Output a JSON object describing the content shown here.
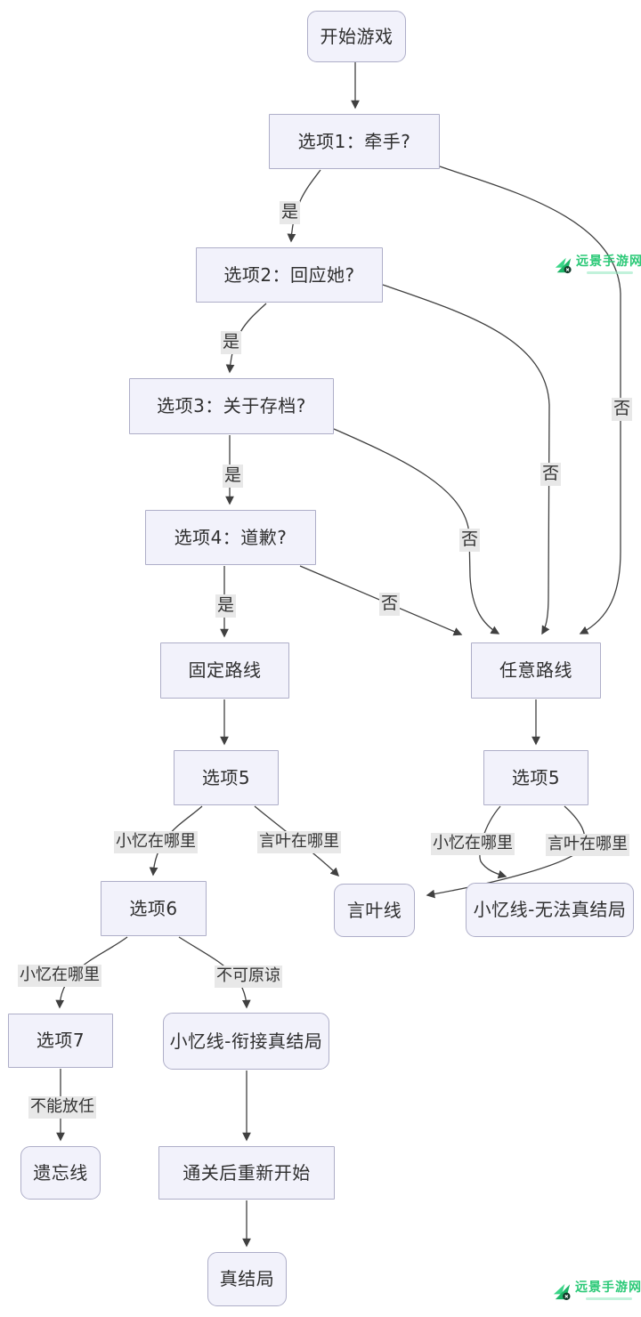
{
  "diagram": {
    "title_hint": "game-branch-flowchart",
    "nodes": {
      "start": "开始游戏",
      "q1": "选项1：牵手?",
      "q2": "选项2：回应她?",
      "q3": "选项3：关于存档?",
      "q4": "选项4：道歉?",
      "fixed_route": "固定路线",
      "any_route": "任意路线",
      "q5_left": "选项5",
      "q5_right": "选项5",
      "q6": "选项6",
      "yanye_line": "言叶线",
      "xiaoyi_no_true": "小忆线-无法真结局",
      "q7": "选项7",
      "xiaoyi_true": "小忆线-衔接真结局",
      "forget_line": "遗忘线",
      "restart": "通关后重新开始",
      "true_ending": "真结局"
    },
    "edge_labels": {
      "yes1": "是",
      "yes2": "是",
      "yes3": "是",
      "yes4": "是",
      "no4": "否",
      "no3": "否",
      "no2": "否",
      "no1": "否",
      "xiaoyi_where_left": "小忆在哪里",
      "yanye_where_left": "言叶在哪里",
      "xiaoyi_where_right": "小忆在哪里",
      "yanye_where_right": "言叶在哪里",
      "xiaoyi_where_q6": "小忆在哪里",
      "unforgivable": "不可原谅",
      "cannot_letgo": "不能放任"
    },
    "watermark": {
      "text": "远景手游网"
    },
    "colors": {
      "node_fill": "#f2f2fb",
      "node_border": "#aeaec8",
      "edge": "#404040",
      "edge_label_bg": "#e8e8e8",
      "text": "#2f2f2f",
      "watermark_green": "#2bc977"
    }
  }
}
